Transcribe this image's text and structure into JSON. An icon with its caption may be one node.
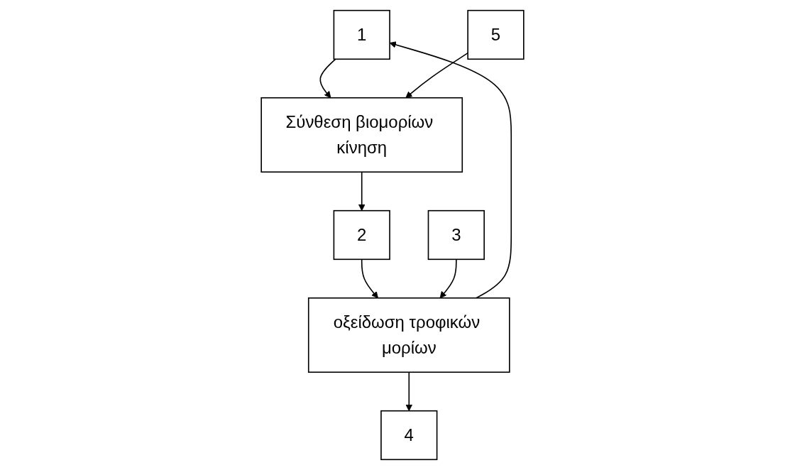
{
  "diagram": {
    "nodes": [
      {
        "text": [
          "4"
        ]
      },
      {
        "text": [
          "1"
        ]
      },
      {
        "text": [
          "5"
        ]
      },
      {
        "text": [
          "οξείδωση τροφικών μορίων"
        ]
      },
      {
        "text": [
          "Σύνθεση βιομορίων κίνηση"
        ]
      },
      {
        "text": [
          "3"
        ]
      },
      {
        "text": [
          "2"
        ]
      }
    ],
    "edges": [
      {
        "from": 3,
        "to": 1,
        "arrow": "to"
      },
      {
        "from": 3,
        "to": 0,
        "arrow": "to"
      },
      {
        "from": 1,
        "to": 4,
        "arrow": "to"
      },
      {
        "from": 2,
        "to": 4,
        "arrow": "to"
      },
      {
        "from": 4,
        "to": 6,
        "arrow": "to"
      },
      {
        "from": 6,
        "to": 3,
        "arrow": "to"
      },
      {
        "from": 5,
        "to": 3,
        "arrow": "to"
      }
    ]
  }
}
